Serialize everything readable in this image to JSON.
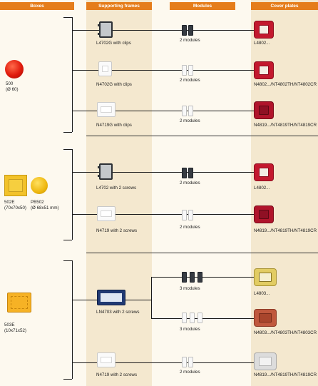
{
  "headers": {
    "boxes": "Boxes",
    "supporting_frames": "Supporting frames",
    "modules": "Modules",
    "cover_plates": "Cover plates"
  },
  "boxes": {
    "b500": {
      "code": "500",
      "dim": "(Ø 60)"
    },
    "b502e": {
      "code": "502E",
      "dim": "(70x70x50)"
    },
    "pb502": {
      "code": "PB502",
      "dim": "(Ø 68x51 mm)"
    },
    "b503e": {
      "code": "503E",
      "dim": "(10x71x52)"
    }
  },
  "frames": {
    "f1": "L4702G with clips",
    "f2": "N4702G with clips",
    "f3": "N4719G with clips",
    "f4": "L4702 with 2 screws",
    "f5": "N4719 with 2 screws",
    "f6": "LN4703 with 2 screws",
    "f7": "N4719 with 2 screws"
  },
  "modules": {
    "m1": "2 modules",
    "m2": "2 modules",
    "m3": "2 modules",
    "m4": "2 modules",
    "m5": "2 modules",
    "m6": "3 modules",
    "m7": "3 modules",
    "m8": "2 modules"
  },
  "plates": {
    "p1": "L4802...",
    "p2": "N4802.../NT4802TH/NT4802CR",
    "p3": "N4819.../NT4819TH/NT4819CR",
    "p4": "L4802...",
    "p5": "N4819.../NT4819TH/NT4819CR",
    "p6": "L4803...",
    "p7": "N4803.../NT4803TH/NT4803CR",
    "p8": "N4819.../NT4819TH/NT4819CR"
  },
  "colors": {
    "header_bg": "#e57d1b",
    "plate_red": "#c3182e",
    "frame_blue": "#213a73",
    "box_yellow": "#f2c22a"
  }
}
